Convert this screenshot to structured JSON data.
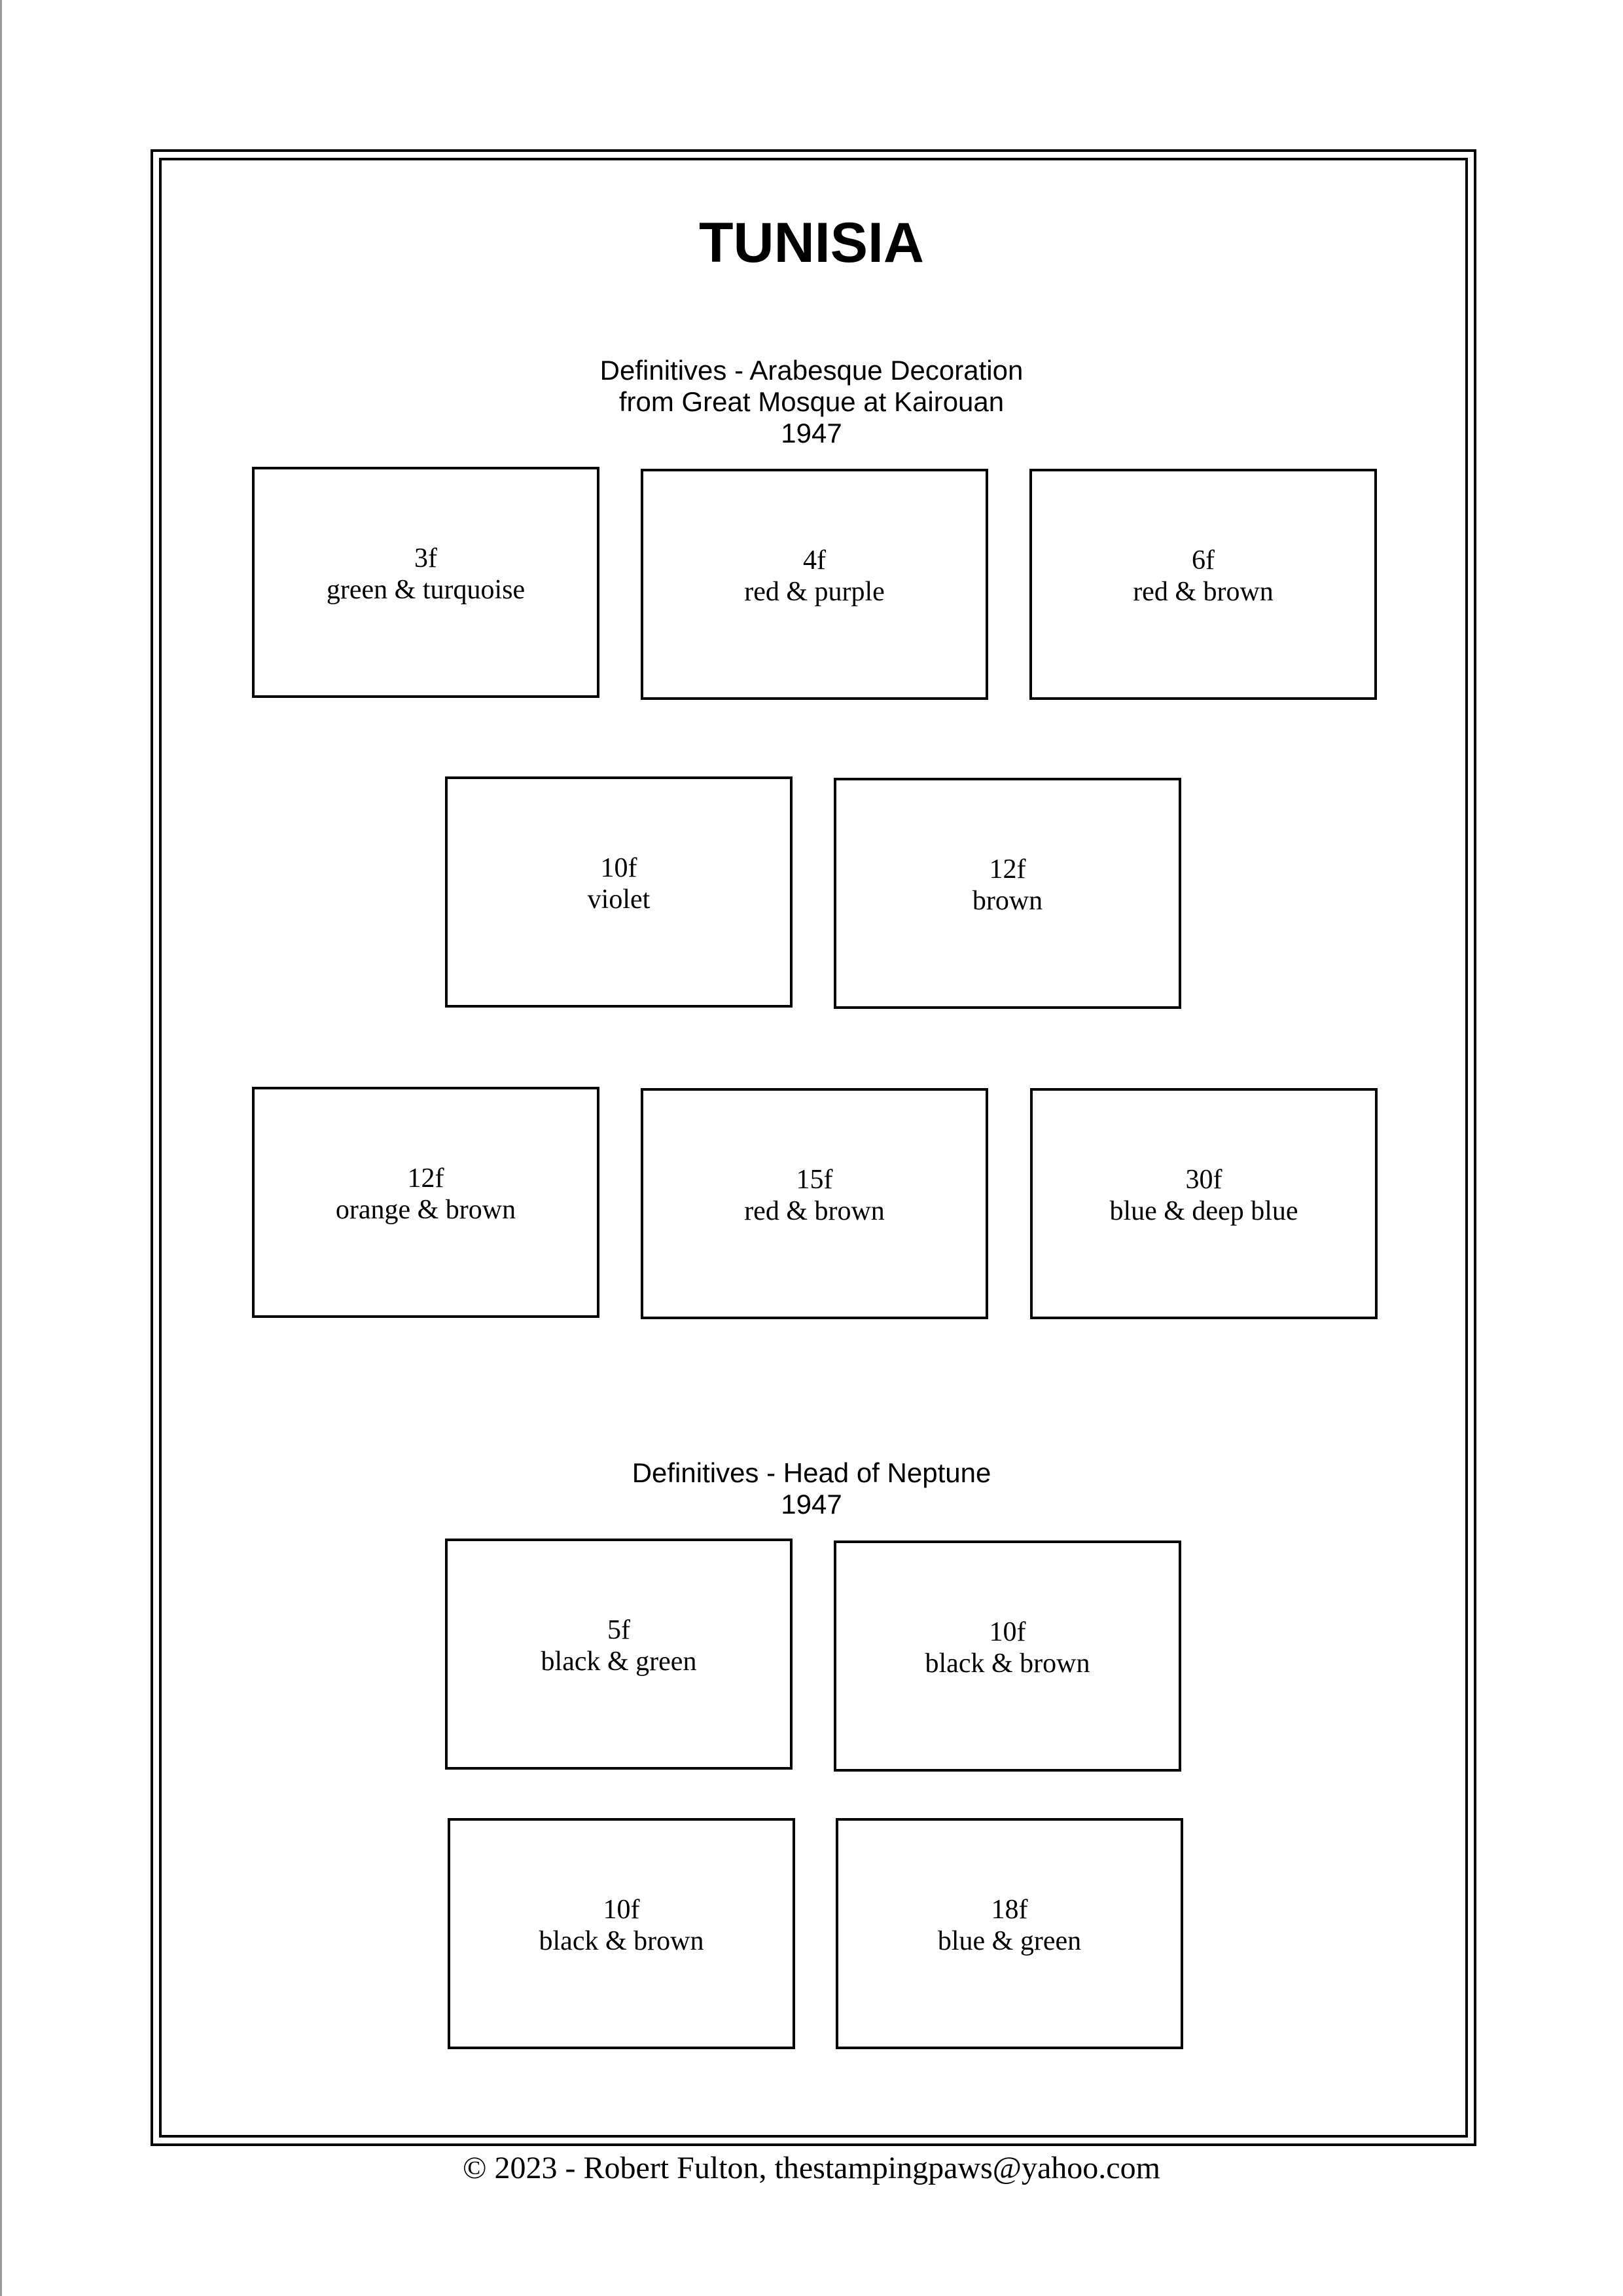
{
  "page": {
    "title": "TUNISIA",
    "footer": "© 2023 -  Robert Fulton, thestampingpaws@yahoo.com"
  },
  "sections": [
    {
      "lines": [
        "Definitives - Arabesque Decoration",
        "from Great Mosque at Kairouan",
        "1947"
      ],
      "stamps": [
        {
          "value": "3f",
          "color": "green & turquoise"
        },
        {
          "value": "4f",
          "color": "red & purple"
        },
        {
          "value": "6f",
          "color": "red & brown"
        },
        {
          "value": "10f",
          "color": "violet"
        },
        {
          "value": "12f",
          "color": "brown"
        },
        {
          "value": "12f",
          "color": "orange & brown"
        },
        {
          "value": "15f",
          "color": "red & brown"
        },
        {
          "value": "30f",
          "color": "blue & deep blue"
        }
      ]
    },
    {
      "lines": [
        "Definitives - Head of Neptune",
        "1947"
      ],
      "stamps": [
        {
          "value": "5f",
          "color": "black & green"
        },
        {
          "value": "10f",
          "color": "black & brown"
        },
        {
          "value": "10f",
          "color": "black & brown"
        },
        {
          "value": "18f",
          "color": "blue & green"
        }
      ]
    }
  ]
}
